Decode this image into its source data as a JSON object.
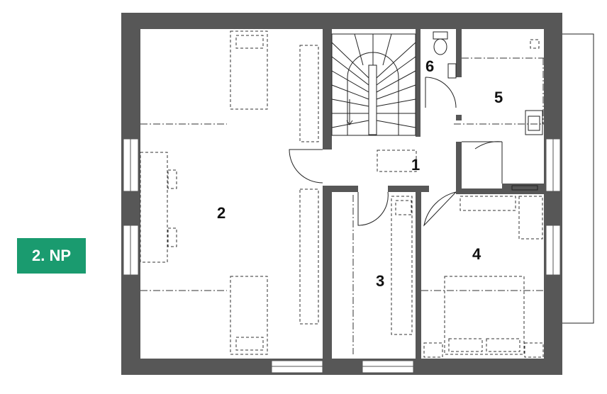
{
  "floor_badge": {
    "label": "2. NP",
    "color": "#1a9b6f"
  },
  "rooms": [
    "1",
    "2",
    "3",
    "4",
    "5",
    "6"
  ],
  "colors": {
    "wall": "#575757",
    "line": "#222222",
    "dash": "#444444",
    "background": "#ffffff"
  }
}
